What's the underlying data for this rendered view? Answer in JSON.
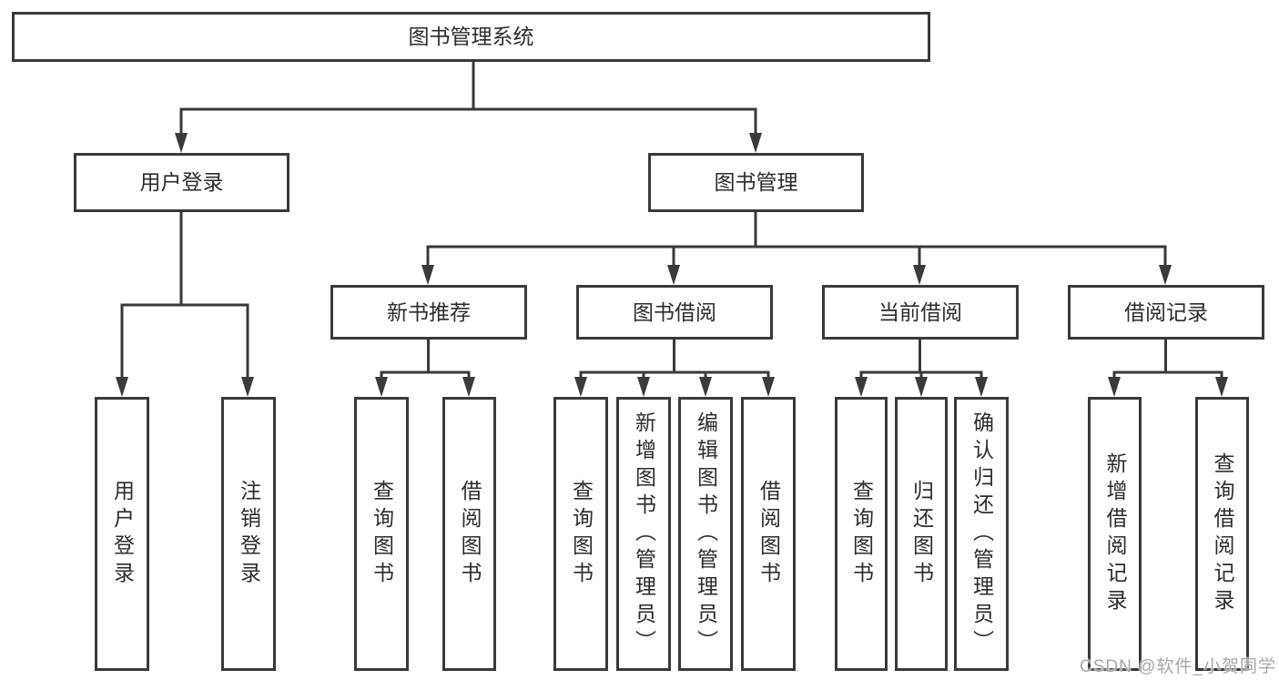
{
  "diagram": {
    "root": "图书管理系统",
    "children": [
      {
        "label": "用户登录",
        "children": [
          {
            "label": "用户登录"
          },
          {
            "label": "注销登录"
          }
        ]
      },
      {
        "label": "图书管理",
        "children": [
          {
            "label": "新书推荐",
            "children": [
              {
                "label": "查询图书"
              },
              {
                "label": "借阅图书"
              }
            ]
          },
          {
            "label": "图书借阅",
            "children": [
              {
                "label": "查询图书"
              },
              {
                "label": "新增图书（管理员）"
              },
              {
                "label": "编辑图书（管理员）"
              },
              {
                "label": "借阅图书"
              }
            ]
          },
          {
            "label": "当前借阅",
            "children": [
              {
                "label": "查询图书"
              },
              {
                "label": "归还图书"
              },
              {
                "label": "确认归还（管理员）"
              }
            ]
          },
          {
            "label": "借阅记录",
            "children": [
              {
                "label": "新增借阅记录"
              },
              {
                "label": "查询借阅记录"
              }
            ]
          }
        ]
      }
    ]
  },
  "watermark": {
    "text": "CSDN @软件_小贺同学",
    "color": "#a8a8a8"
  },
  "colors": {
    "line": "#3a3a3a",
    "box_border": "#3a3a3a",
    "text": "#2d2d2d",
    "background": "#ffffff"
  }
}
